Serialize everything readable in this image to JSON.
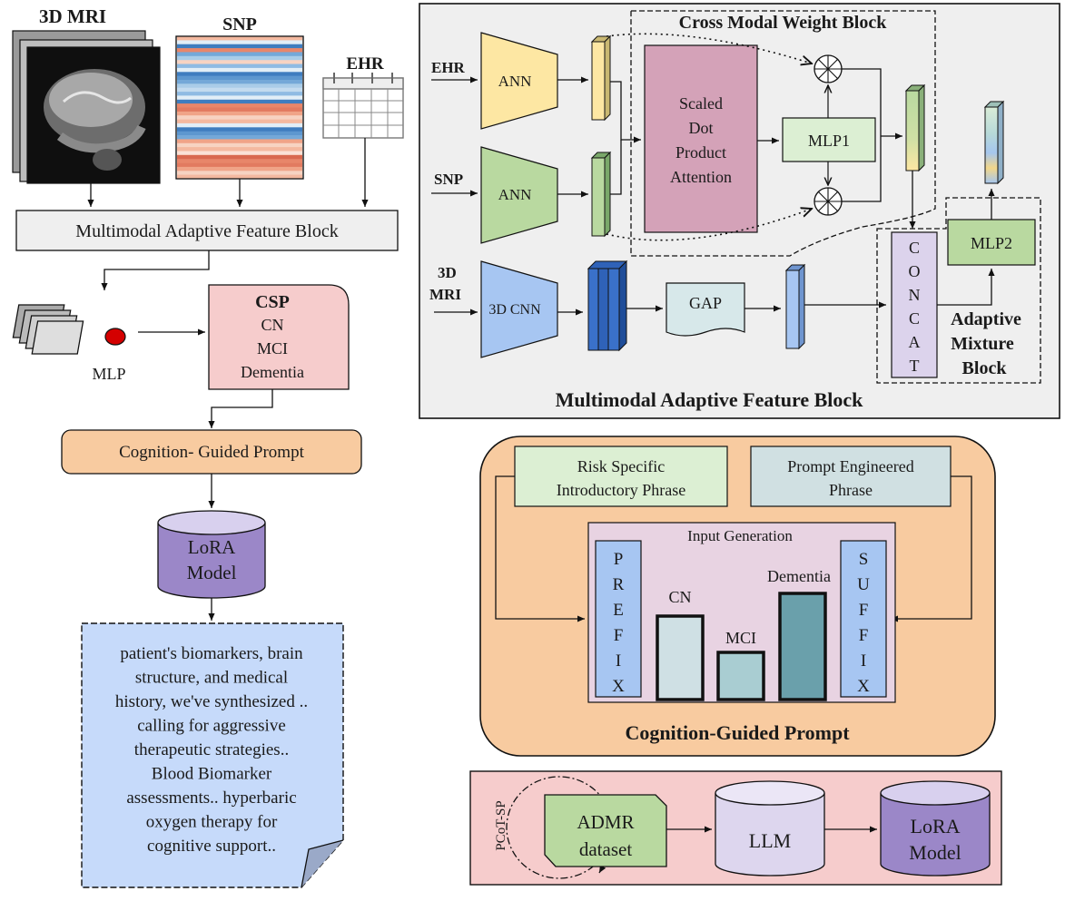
{
  "left": {
    "mri_label": "3D MRI",
    "snp_label": "SNP",
    "ehr_label": "EHR",
    "mafb_label": "Multimodal Adaptive Feature Block",
    "mlp_label": "MLP",
    "csp": {
      "title": "CSP",
      "lines": [
        "CN",
        "MCI",
        "Dementia"
      ]
    },
    "cgp_label": "Cognition- Guided Prompt",
    "lora": [
      "LoRA",
      "Model"
    ],
    "output_text": [
      "patient's biomarkers, brain",
      "structure, and medical",
      "history, we've synthesized ..",
      "calling for aggressive",
      "therapeutic strategies..",
      "Blood Biomarker",
      "assessments.. hyperbaric",
      "oxygen therapy for",
      "cognitive support.."
    ]
  },
  "mafb": {
    "title": "Multimodal Adaptive Feature Block",
    "cross_modal_title": "Cross Modal Weight Block",
    "inputs": {
      "ehr": "EHR",
      "snp": "SNP",
      "mri_1": "3D",
      "mri_2": "MRI"
    },
    "ann": "ANN",
    "cnn": "3D CNN",
    "attention": [
      "Scaled",
      "Dot",
      "Product",
      "Attention"
    ],
    "mlp1": "MLP1",
    "mlp2": "MLP2",
    "gap": "GAP",
    "concat": [
      "C",
      "O",
      "N",
      "C",
      "A",
      "T"
    ],
    "adaptive": [
      "Adaptive",
      "Mixture",
      "Block"
    ]
  },
  "cgp": {
    "title": "Cognition-Guided Prompt",
    "risk": [
      "Risk Specific",
      "Introductory Phrase"
    ],
    "prompt": [
      "Prompt Engineered",
      "Phrase"
    ],
    "input_gen": "Input Generation",
    "prefix": [
      "P",
      "R",
      "E",
      "F",
      "I",
      "X"
    ],
    "suffix": [
      "S",
      "U",
      "F",
      "F",
      "I",
      "X"
    ],
    "bars": {
      "cn": {
        "label": "CN",
        "color": "#cfe0e4"
      },
      "mci": {
        "label": "MCI",
        "color": "#a9cdd2"
      },
      "dementia": {
        "label": "Dementia",
        "color": "#6aa0ab"
      }
    }
  },
  "pcot": {
    "label": "PCoT-SP",
    "admr": [
      "ADMR",
      "dataset"
    ],
    "llm": "LLM",
    "lora": [
      "LoRA",
      "Model"
    ]
  },
  "colors": {
    "ehr_yellow": "#fde7a3",
    "ann_green": "#b9d9a0",
    "cnn_blue": "#a7c6f2",
    "attention_pink": "#d4a2b8",
    "concat_lavender": "#dcd3ec",
    "csp_pink": "#f6cccc",
    "cgp_orange": "#f8cba0",
    "lora_purple": "#9b87c8",
    "llm_lavender": "#ddd6ee",
    "note_blue": "#c6dafa"
  }
}
